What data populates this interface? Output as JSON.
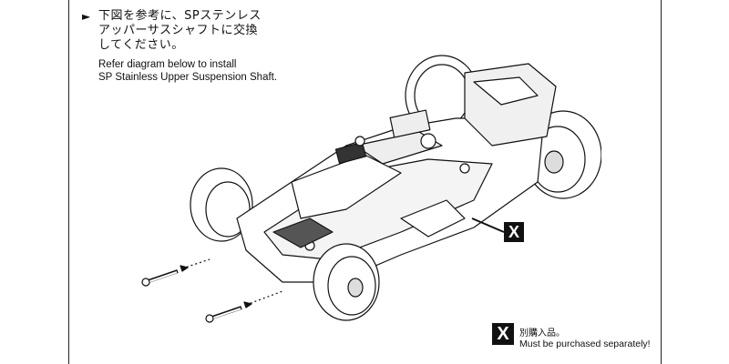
{
  "instruction": {
    "bullet": "►",
    "jp_lines": [
      "下図を参考に、SPステンレス",
      "アッパーサスシャフトに交換",
      "してください。"
    ],
    "en_lines": [
      "Refer diagram below to install",
      "SP Stainless Upper Suspension Shaft."
    ]
  },
  "diagram": {
    "callout_label": "X"
  },
  "legend": {
    "mark": "X",
    "jp": "別購入品。",
    "en": "Must be purchased separately!"
  }
}
